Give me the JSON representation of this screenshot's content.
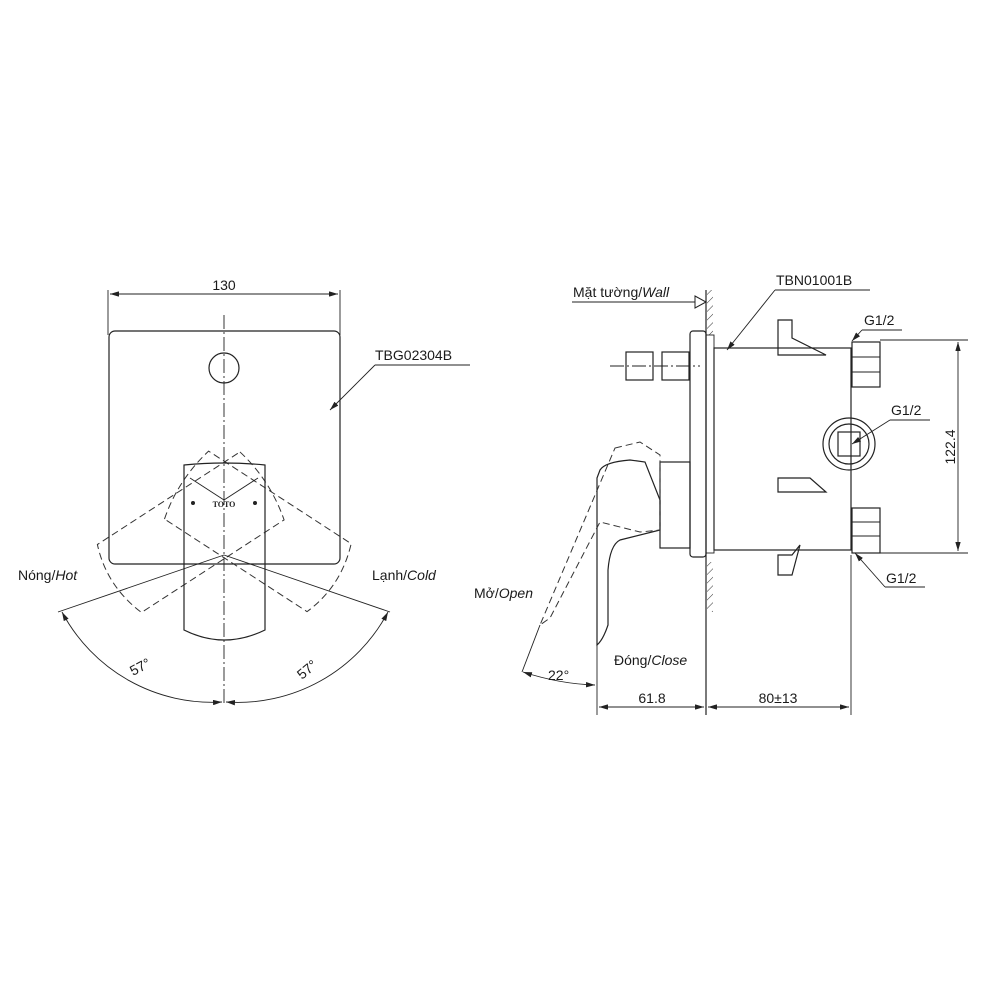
{
  "front_view": {
    "width_dim": "130",
    "part_label": "TBG02304B",
    "logo": "TOTO",
    "hot_label": "Nóng/",
    "hot_label_en": "Hot",
    "cold_label": "Lạnh/",
    "cold_label_en": "Cold",
    "angle_left": "57°",
    "angle_right": "57°"
  },
  "side_view": {
    "wall_label": "Mặt tường/",
    "wall_label_en": "Wall",
    "body_label": "TBN01001B",
    "port_top": "G1/2",
    "port_mid": "G1/2",
    "port_bottom": "G1/2",
    "height_dim": "122.4",
    "open_label": "Mở/",
    "open_label_en": "Open",
    "close_label": "Đóng/",
    "close_label_en": "Close",
    "open_angle": "22°",
    "depth_front": "61.8",
    "depth_back": "80±13"
  }
}
